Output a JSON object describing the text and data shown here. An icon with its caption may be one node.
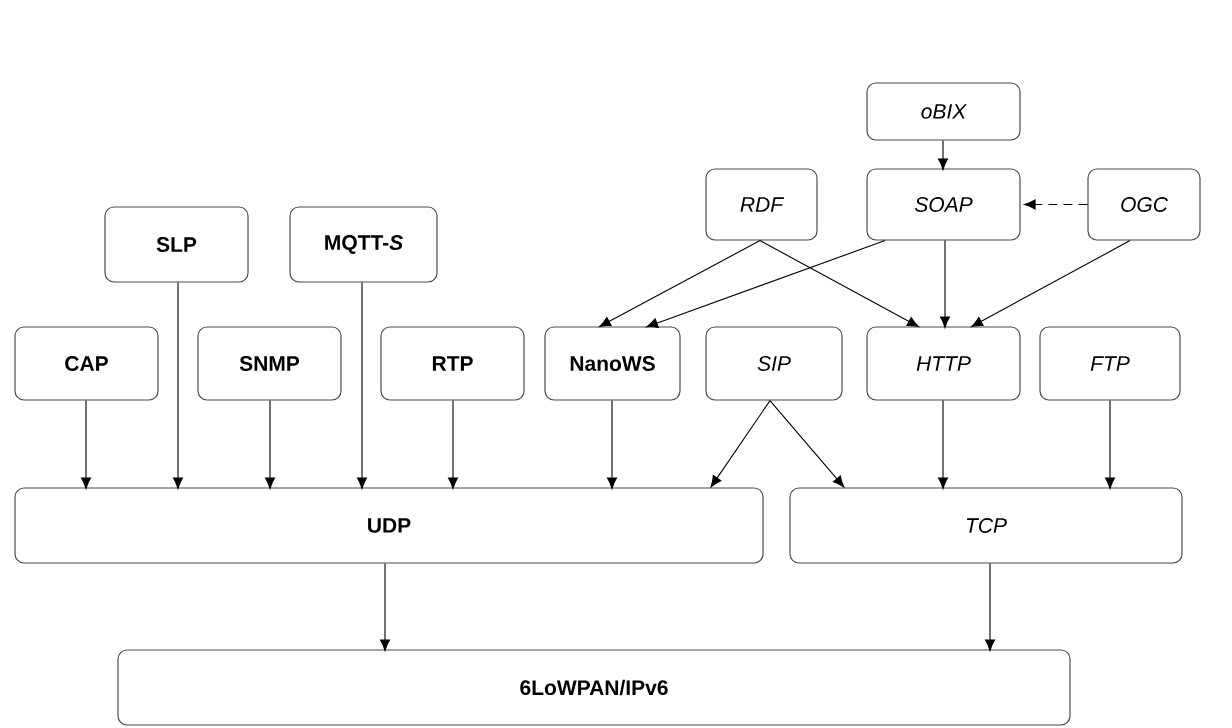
{
  "diagram": {
    "nodes": [
      {
        "text": [
          "oBIX"
        ]
      },
      {
        "text": [
          "RDF"
        ]
      },
      {
        "text": [
          "SOAP"
        ]
      },
      {
        "text": [
          "OGC"
        ]
      },
      {
        "text": [
          "SLP"
        ]
      },
      {
        "text": [
          "MQTT-*S*"
        ]
      },
      {
        "text": [
          "CAP"
        ]
      },
      {
        "text": [
          "SNMP"
        ]
      },
      {
        "text": [
          "RTP"
        ]
      },
      {
        "text": [
          "NanoWS"
        ]
      },
      {
        "text": [
          "SIP"
        ]
      },
      {
        "text": [
          "HTTP"
        ]
      },
      {
        "text": [
          "FTP"
        ]
      },
      {
        "text": [
          "UDP"
        ]
      },
      {
        "text": [
          "TCP"
        ]
      },
      {
        "text": [
          "6LoWPAN/IPv6"
        ]
      }
    ],
    "edges": [
      {
        "from": 0,
        "to": 2,
        "arrow": "to"
      },
      {
        "from": 3,
        "to": 2,
        "arrow": "to",
        "style": "dashed"
      },
      {
        "from": 1,
        "to": 9,
        "arrow": "to"
      },
      {
        "from": 1,
        "to": 11,
        "arrow": "to"
      },
      {
        "from": 2,
        "to": 9,
        "arrow": "to"
      },
      {
        "from": 2,
        "to": 11,
        "arrow": "to"
      },
      {
        "from": 3,
        "to": 11,
        "arrow": "to"
      },
      {
        "from": 6,
        "to": 13,
        "arrow": "to"
      },
      {
        "from": 4,
        "to": 13,
        "arrow": "to"
      },
      {
        "from": 7,
        "to": 13,
        "arrow": "to"
      },
      {
        "from": 5,
        "to": 13,
        "arrow": "to"
      },
      {
        "from": 8,
        "to": 13,
        "arrow": "to"
      },
      {
        "from": 9,
        "to": 13,
        "arrow": "to"
      },
      {
        "from": 10,
        "to": 13,
        "arrow": "to"
      },
      {
        "from": 10,
        "to": 14,
        "arrow": "to"
      },
      {
        "from": 11,
        "to": 14,
        "arrow": "to"
      },
      {
        "from": 12,
        "to": 14,
        "arrow": "to"
      },
      {
        "from": 13,
        "to": 15,
        "arrow": "to"
      },
      {
        "from": 14,
        "to": 15,
        "arrow": "to"
      }
    ]
  }
}
